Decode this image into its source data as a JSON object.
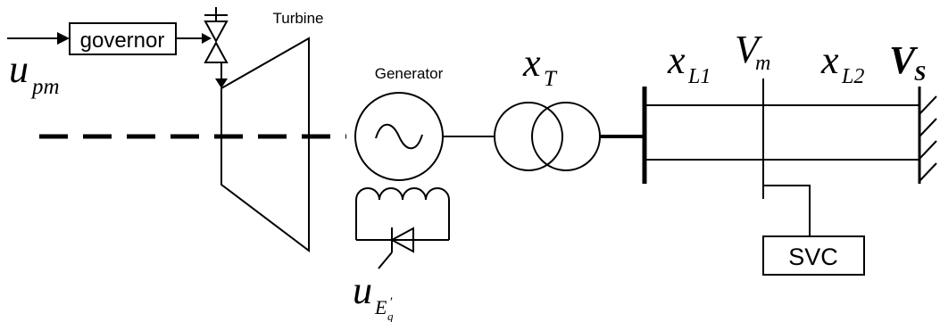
{
  "labels": {
    "governor": "governor",
    "turbine": "Turbine",
    "generator": "Generator",
    "svc": "SVC"
  },
  "symbols": {
    "u_pm": {
      "base": "u",
      "sub": "pm"
    },
    "x_T": {
      "base": "x",
      "sub": "T"
    },
    "x_L1": {
      "base": "x",
      "sub": "L1"
    },
    "V_m": {
      "base": "V",
      "sub": "m"
    },
    "x_L2": {
      "base": "x",
      "sub": "L2"
    },
    "V_s": {
      "base": "V",
      "sub": "S"
    },
    "u_Eq": {
      "base": "u",
      "sub": "E",
      "subsub": "q",
      "prime": "′"
    }
  },
  "colors": {
    "ink": "#000000",
    "background": "#ffffff"
  }
}
